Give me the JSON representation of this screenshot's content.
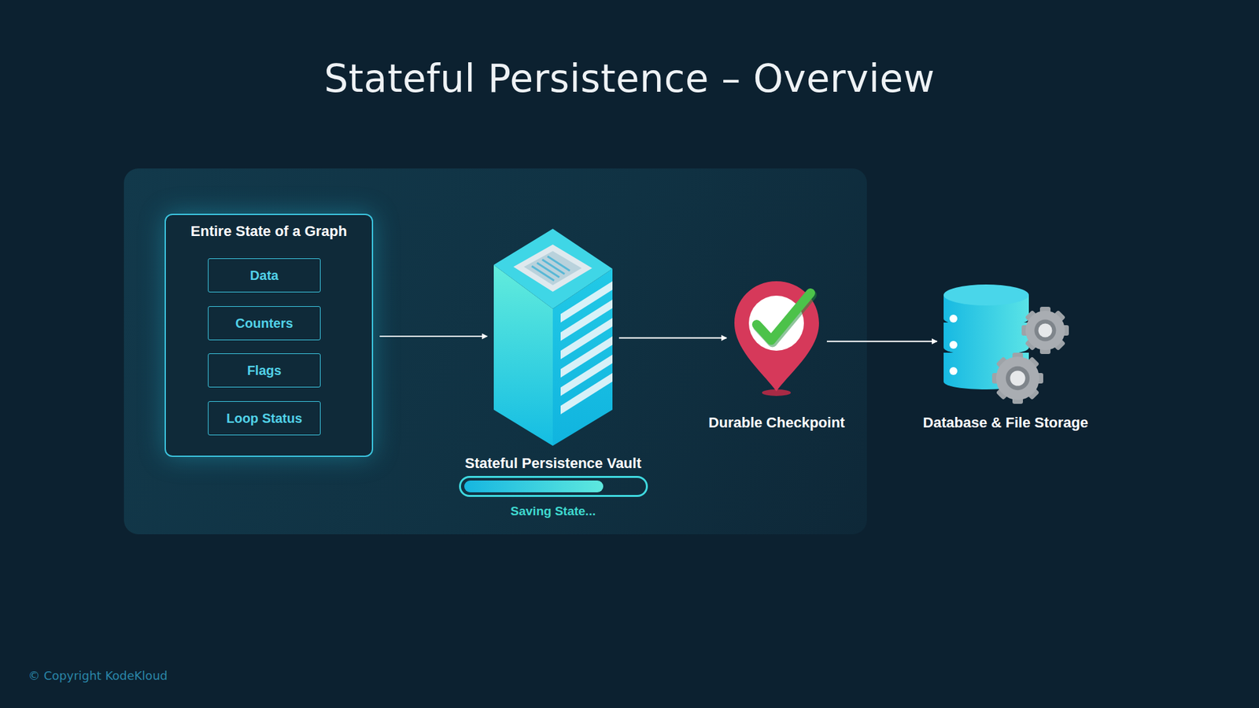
{
  "diagram": {
    "title": "Stateful Persistence – Overview",
    "nodes": [
      {
        "text": [
          "Entire State of a Graph"
        ]
      },
      {
        "text": [
          "Data"
        ],
        "in": 0
      },
      {
        "text": [
          "Counters"
        ],
        "in": 0
      },
      {
        "text": [
          "Flags"
        ],
        "in": 0
      },
      {
        "text": [
          "Loop Status"
        ],
        "in": 0
      },
      {
        "text": [
          "Stateful Persistence Vault",
          "Saving State..."
        ]
      },
      {
        "text": [
          "Durable Checkpoint"
        ]
      },
      {
        "text": [
          "Database & File Storage"
        ]
      }
    ],
    "edges": [
      {
        "from": 0,
        "to": 5,
        "arrow": "to"
      },
      {
        "from": 5,
        "to": 6,
        "arrow": "to"
      },
      {
        "from": 6,
        "to": 7,
        "arrow": "to"
      }
    ],
    "labels": [
      "© Copyright KodeKloud"
    ]
  }
}
